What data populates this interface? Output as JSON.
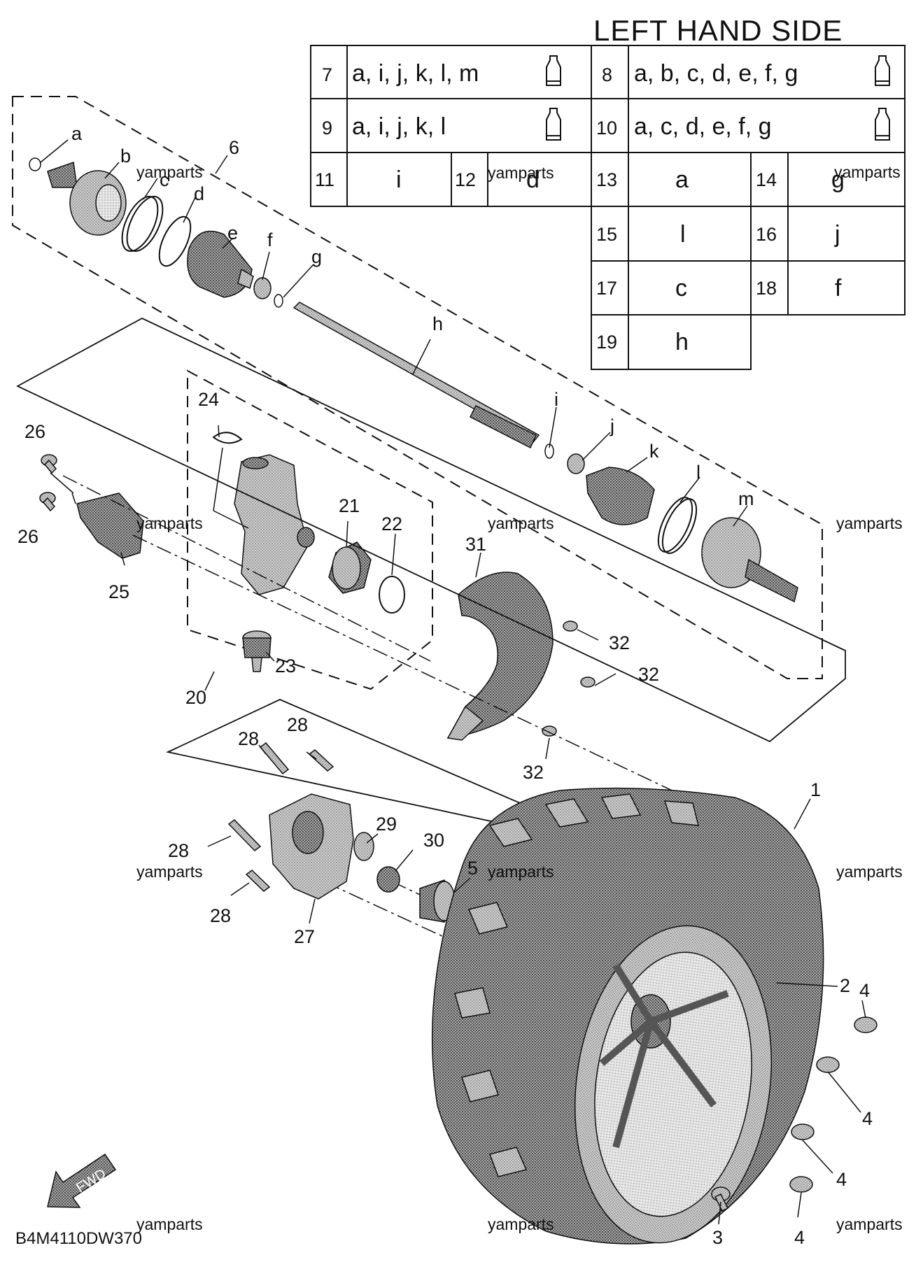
{
  "title": "LEFT HAND SIDE",
  "diagram_code": "B4M4110DW370",
  "watermark": "yamparts",
  "direction_label": "FWD",
  "kit_table": {
    "rows": [
      {
        "num": "7",
        "parts": "a, i, j, k, l, m",
        "grease": true
      },
      {
        "num": "8",
        "parts": "a, b, c, d, e, f, g",
        "grease": true
      },
      {
        "num": "9",
        "parts": "a, i, j, k, l",
        "grease": true
      },
      {
        "num": "10",
        "parts": "a, c, d, e, f, g",
        "grease": true
      },
      {
        "num": "11",
        "parts": "i"
      },
      {
        "num": "12",
        "parts": "d"
      },
      {
        "num": "13",
        "parts": "a"
      },
      {
        "num": "14",
        "parts": "g"
      },
      {
        "num": "15",
        "parts": "l"
      },
      {
        "num": "16",
        "parts": "j"
      },
      {
        "num": "17",
        "parts": "c"
      },
      {
        "num": "18",
        "parts": "f"
      },
      {
        "num": "19",
        "parts": "h"
      }
    ]
  },
  "callouts": {
    "a": "a",
    "b": "b",
    "c": "c",
    "d": "d",
    "e": "e",
    "f": "f",
    "g": "g",
    "h": "h",
    "i": "i",
    "j": "j",
    "k": "k",
    "l": "l",
    "m": "m",
    "n1": "1",
    "n2": "2",
    "n3": "3",
    "n4": "4",
    "n5": "5",
    "n6": "6",
    "n20": "20",
    "n21": "21",
    "n22": "22",
    "n23": "23",
    "n24": "24",
    "n25": "25",
    "n26": "26",
    "n27": "27",
    "n28": "28",
    "n29": "29",
    "n30": "30",
    "n31": "31",
    "n32": "32"
  },
  "icons": {
    "grease": "grease-tube-icon",
    "fwd": "fwd-arrow-icon"
  }
}
